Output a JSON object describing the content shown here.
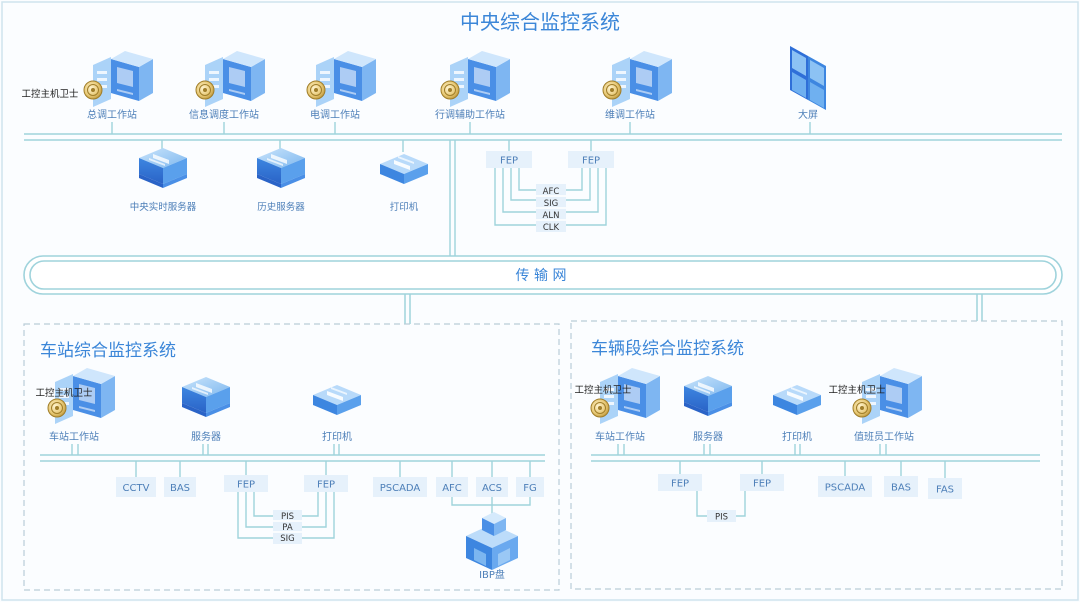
{
  "titles": {
    "central": "中央综合监控系统",
    "network": "传 输 网",
    "station": "车站综合监控系统",
    "depot": "车辆段综合监控系统"
  },
  "guard_label": "工控主机卫士",
  "central": {
    "workstations": [
      {
        "id": "zongdiao",
        "label": "总调工作站",
        "guard": true
      },
      {
        "id": "xinxi",
        "label": "信息调度工作站",
        "guard": false
      },
      {
        "id": "diandiao",
        "label": "电调工作站",
        "guard": false
      },
      {
        "id": "xingdiao",
        "label": "行调辅助工作站",
        "guard": false
      },
      {
        "id": "weidiao",
        "label": "维调工作站",
        "guard": false
      }
    ],
    "bigscreen": "大屏",
    "servers": [
      "中央实时服务器",
      "历史服务器",
      "打印机"
    ],
    "fep": "FEP",
    "subs": [
      "AFC",
      "SIG",
      "ALN",
      "CLK"
    ]
  },
  "station": {
    "workstation": "车站工作站",
    "server": "服务器",
    "printer": "打印机",
    "boxes": [
      "CCTV",
      "BAS",
      "FEP",
      "FEP",
      "PSCADA",
      "AFC",
      "ACS",
      "FG"
    ],
    "subs": [
      "PIS",
      "PA",
      "SIG"
    ],
    "ibp": "IBP盘"
  },
  "depot": {
    "workstation": "车站工作站",
    "server": "服务器",
    "printer": "打印机",
    "duty": "值班员工作站",
    "boxes": [
      "FEP",
      "FEP",
      "PSCADA",
      "BAS",
      "FAS"
    ],
    "subs": [
      "PIS"
    ]
  },
  "colors": {
    "line": "#9fd3dc",
    "title": "#3b86d8",
    "box_fill": "#e6f1fb",
    "box_text": "#4d7fb8",
    "icon_dark": "#2f6fd8",
    "icon_light": "#8cc2f4"
  }
}
